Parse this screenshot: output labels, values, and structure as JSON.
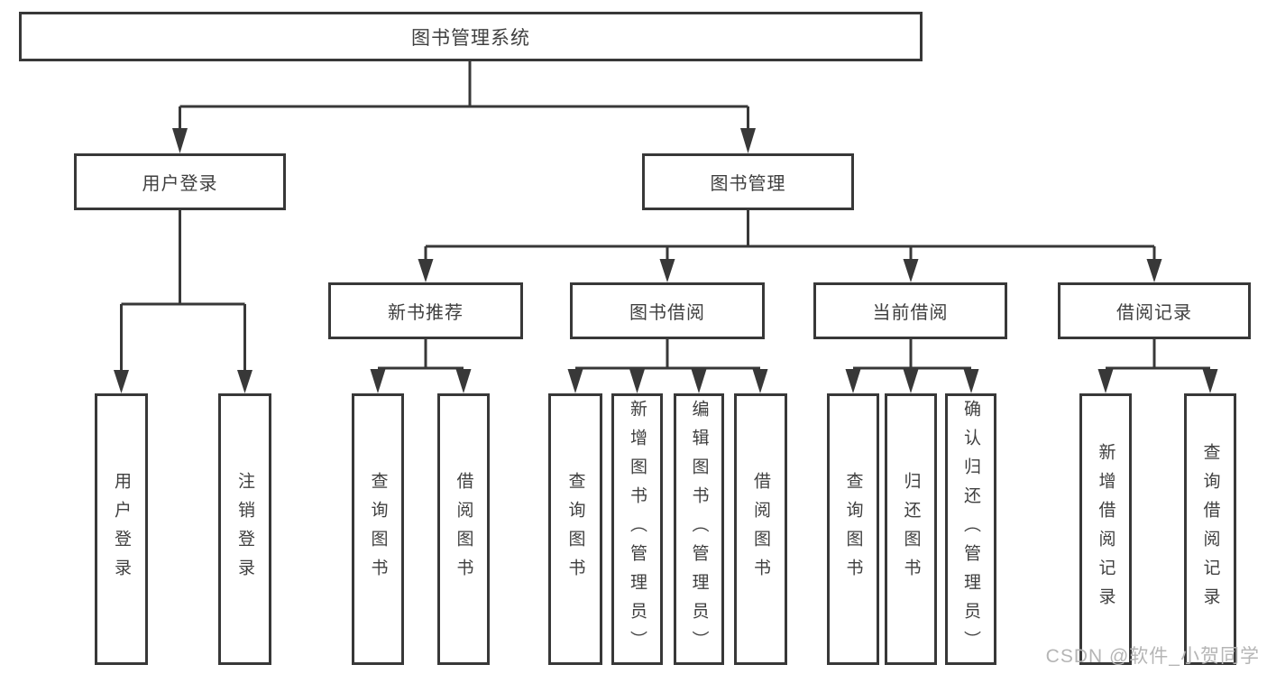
{
  "colors": {
    "line": "#383838",
    "text": "#3f3f3f",
    "background": "#ffffff",
    "watermark": "#b5b5b5"
  },
  "watermark": "CSDN @软件_小贺同学",
  "diagram": {
    "root": {
      "label": "图书管理系统"
    },
    "branches": [
      {
        "label": "用户登录",
        "children": [
          {
            "label": "用户登录"
          },
          {
            "label": "注销登录"
          }
        ]
      },
      {
        "label": "图书管理",
        "children": [
          {
            "label": "新书推荐",
            "children": [
              {
                "label": "查询图书"
              },
              {
                "label": "借阅图书"
              }
            ]
          },
          {
            "label": "图书借阅",
            "children": [
              {
                "label": "查询图书"
              },
              {
                "label": "新增图书（管理员）"
              },
              {
                "label": "编辑图书（管理员）"
              },
              {
                "label": "借阅图书"
              }
            ]
          },
          {
            "label": "当前借阅",
            "children": [
              {
                "label": "查询图书"
              },
              {
                "label": "归还图书"
              },
              {
                "label": "确认归还（管理员）"
              }
            ]
          },
          {
            "label": "借阅记录",
            "children": [
              {
                "label": "新增借阅记录"
              },
              {
                "label": "查询借阅记录"
              }
            ]
          }
        ]
      }
    ]
  }
}
